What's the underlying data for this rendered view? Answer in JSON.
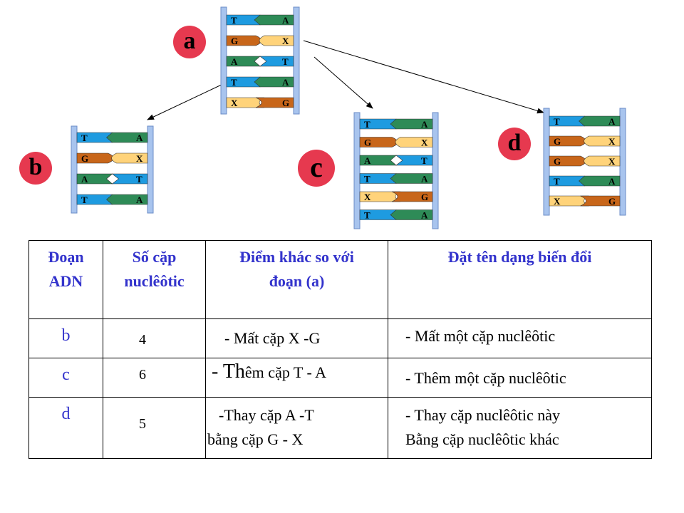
{
  "labels": {
    "a": "a",
    "b": "b",
    "c": "c",
    "d": "d"
  },
  "colors": {
    "rail": "#a8c4ee",
    "T": "#1e9be0",
    "A": "#2e8b57",
    "G": "#c8661a",
    "X": "#ffd37a",
    "circle": "#e6394f",
    "header_text": "#3333cc"
  },
  "segments": {
    "a": [
      [
        "T",
        "A"
      ],
      [
        "G",
        "X"
      ],
      [
        "A",
        "T"
      ],
      [
        "T",
        "A"
      ],
      [
        "X",
        "G"
      ]
    ],
    "b": [
      [
        "T",
        "A"
      ],
      [
        "G",
        "X"
      ],
      [
        "A",
        "T"
      ],
      [
        "T",
        "A"
      ]
    ],
    "c": [
      [
        "T",
        "A"
      ],
      [
        "G",
        "X"
      ],
      [
        "A",
        "T"
      ],
      [
        "T",
        "A"
      ],
      [
        "X",
        "G"
      ],
      [
        "T",
        "A"
      ]
    ],
    "d": [
      [
        "T",
        "A"
      ],
      [
        "G",
        "X"
      ],
      [
        "G",
        "X"
      ],
      [
        "T",
        "A"
      ],
      [
        "X",
        "G"
      ]
    ]
  },
  "table": {
    "headers": {
      "col1_line1": "Đoạn",
      "col1_line2": "ADN",
      "col2_line1": "Số cặp",
      "col2_line2": "nuclêôtic",
      "col3_line1": "Điểm khác so với",
      "col3_line2": "đoạn (a)",
      "col4": "Đặt tên dạng biến đổi"
    },
    "rows": [
      {
        "segment": "b",
        "count": "4",
        "diff_prefix": "- Mất cặp X -G",
        "diff_rest": "",
        "name_line1": "- Mất một cặp nuclêôtic",
        "name_line2": ""
      },
      {
        "segment": "c",
        "count": "6",
        "diff_prefix": "- Th",
        "diff_rest": "êm cặp T - A",
        "name_line1": "- Thêm một cặp nuclêôtic",
        "name_line2": ""
      },
      {
        "segment": "d",
        "count": "5",
        "diff_prefix": "-Thay cặp A -T",
        "diff_rest": "bằng cặp G - X",
        "name_line1": "- Thay cặp nuclêôtic này",
        "name_line2": "Bằng cặp nuclêôtic khác"
      }
    ]
  }
}
